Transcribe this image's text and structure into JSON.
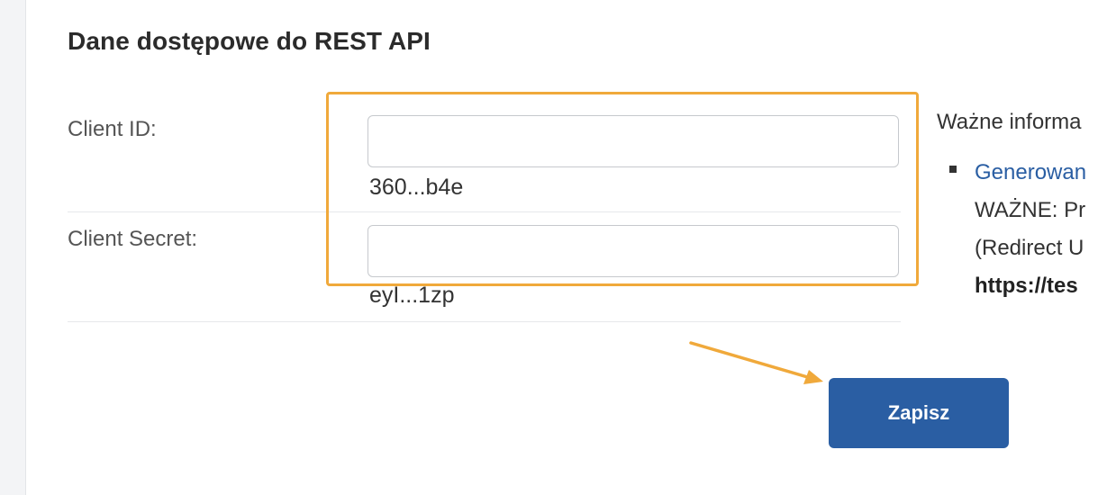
{
  "section": {
    "title": "Dane dostępowe do REST API"
  },
  "fields": {
    "client_id": {
      "label": "Client ID:",
      "value": "",
      "hint": "360...b4e"
    },
    "client_secret": {
      "label": "Client Secret:",
      "value": "",
      "hint": "eyI...1zp"
    }
  },
  "actions": {
    "save_label": "Zapisz"
  },
  "info": {
    "heading": "Ważne informa",
    "link_text": "Generowan",
    "line2": "WAŻNE: Pr",
    "line3": "(Redirect U",
    "line4": "https://tes"
  },
  "colors": {
    "accent": "#2a5ea3",
    "highlight": "#f0a93b"
  }
}
